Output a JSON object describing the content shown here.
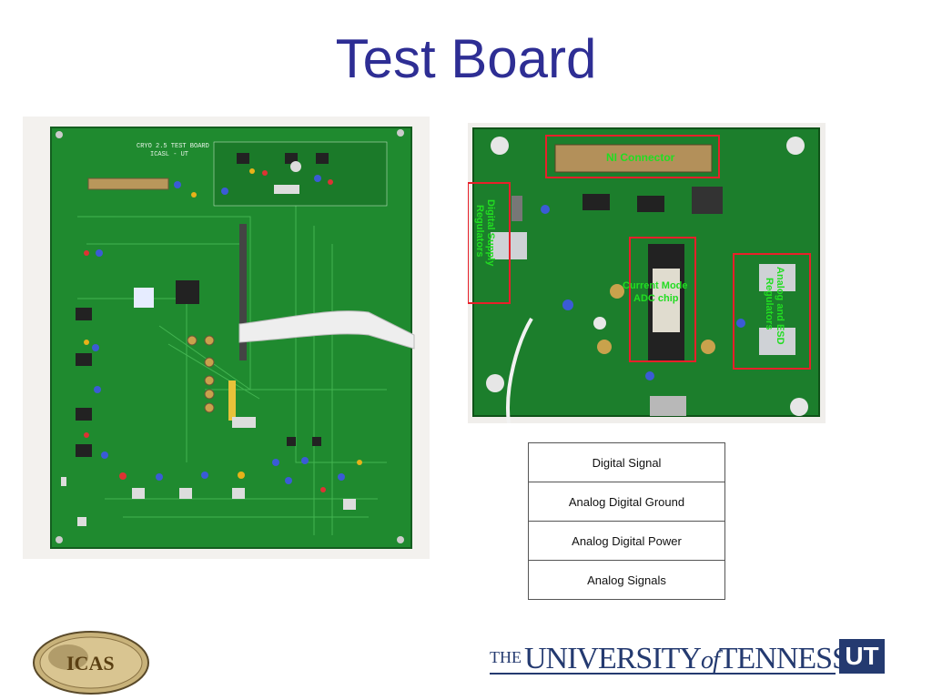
{
  "slide": {
    "title": "Test Board"
  },
  "left_photo": {
    "board_title_line1": "CRYO 2.5 TEST BOARD",
    "board_title_line2": "ICASL - UT"
  },
  "right_photo": {
    "labels": {
      "ni_connector": "NI Connector",
      "digital_supply": "Digital Supply\nRegulators",
      "current_mode": "Current Mode\nADC chip",
      "analog_esd": "Analog and ESD\nRegulators"
    },
    "label_color": "#22dd22",
    "box_color": "#e8202a"
  },
  "legend": {
    "rows": [
      {
        "label": "Digital Signal"
      },
      {
        "label": "Analog Digital Ground"
      },
      {
        "label": "Analog Digital Power"
      },
      {
        "label": "Analog Signals"
      }
    ]
  },
  "logos": {
    "icas": "ICAS",
    "ut_the": "THE",
    "ut_university": "UNIVERSITY",
    "ut_of": "of",
    "ut_tennessee": "TENNESSEE",
    "ut_box": "UT"
  }
}
